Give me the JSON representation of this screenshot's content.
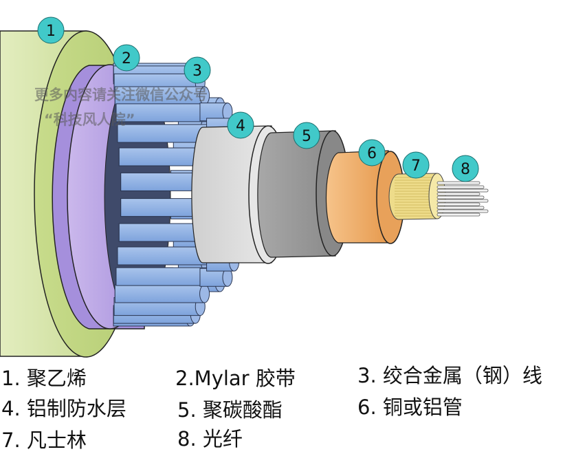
{
  "diagram": {
    "callouts": [
      "1",
      "2",
      "3",
      "4",
      "5",
      "6",
      "7",
      "8"
    ],
    "legend": [
      "1. 聚乙烯",
      "2.Mylar 胶带",
      "3. 绞合金属（钢）线",
      "4. 铝制防水层",
      "5. 聚碳酸酯",
      "6. 铜或铝管",
      "7. 凡士林",
      "8. 光纤"
    ],
    "watermark": [
      "更多内容请关注微信公众号",
      "“科技风人院”"
    ],
    "colors": {
      "polyethylene": "#c5d98a",
      "mylar": "#b0a0e0",
      "steel_wire": "#8fb0e0",
      "aluminum": "#d8d8d8",
      "polycarbonate": "#9a9a9a",
      "tube": "#f0a860",
      "vaseline": "#f0e090",
      "fiber": "#f4f4f4",
      "callout": "#40c8c8"
    }
  }
}
